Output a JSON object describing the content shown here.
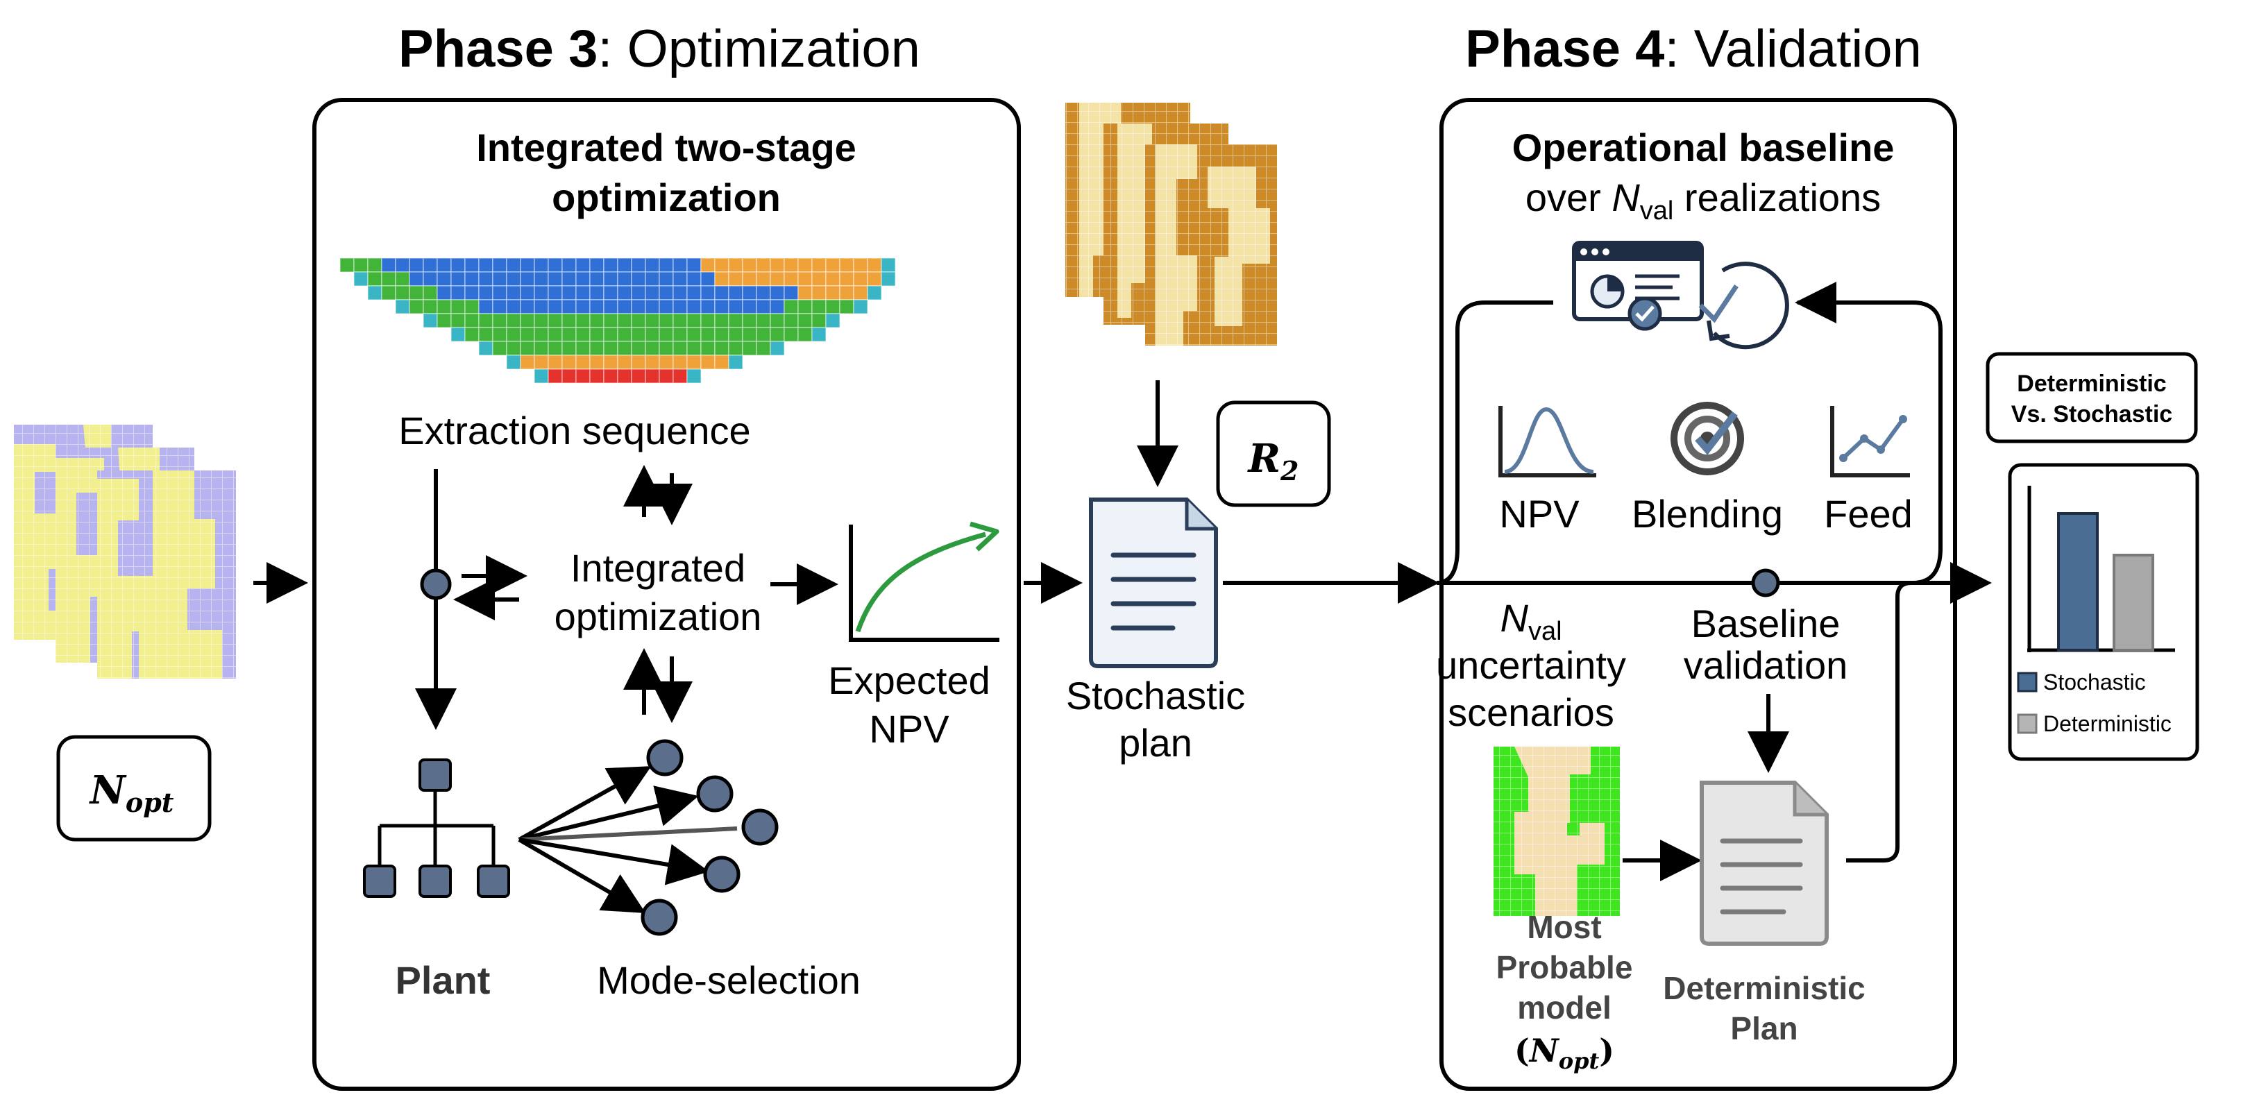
{
  "phase3": {
    "title_bold": "Phase 3",
    "title_rest": ": Optimization",
    "box_heading_line1": "Integrated two-stage",
    "box_heading_line2": "optimization",
    "extraction_label": "Extraction sequence",
    "integrated_line1": "Integrated",
    "integrated_line2": "optimization",
    "expected_line1": "Expected",
    "expected_line2": "NPV",
    "plant_label": "Plant",
    "mode_label": "Mode-selection"
  },
  "inputs": {
    "n_opt_main": "N",
    "n_opt_sub": "opt",
    "r2_main": "R",
    "r2_sub": "2"
  },
  "plan": {
    "stochastic_line1": "Stochastic",
    "stochastic_line2": "plan"
  },
  "phase4": {
    "title_bold": "Phase 4",
    "title_rest": ": Validation",
    "baseline_heading": "Operational baseline",
    "over_prefix": "over ",
    "n_main": "N",
    "n_sub": "val",
    "over_suffix": " realizations",
    "npv_label": "NPV",
    "blending_label": "Blending",
    "feed_label": "Feed",
    "scen_n_main": "N",
    "scen_n_sub": "val",
    "scen_line2": "uncertainty",
    "scen_line3": "scenarios",
    "baseline_val_line1": "Baseline",
    "baseline_val_line2": "validation",
    "most_line1": "Most",
    "most_line2": "Probable",
    "most_line3": "model",
    "most_paren_open": "(",
    "most_n_main": "N",
    "most_n_sub": "opt",
    "most_paren_close": ")",
    "det_plan_line1": "Deterministic",
    "det_plan_line2": "Plan"
  },
  "comparison": {
    "title_line1": "Deterministic",
    "title_line2": "Vs. Stochastic",
    "legend_stochastic": "Stochastic",
    "legend_deterministic": "Deterministic"
  },
  "colors": {
    "block_blue": "#2f6fd6",
    "block_green": "#43b43a",
    "block_orange": "#f0a23a",
    "block_red": "#e5322d",
    "block_cyan": "#3ab5c6",
    "ore_yellow": "#f1ef8f",
    "waste_lilac": "#b7b3ee",
    "r2_brown": "#cc8a28",
    "r2_cream": "#f3e3a6",
    "green_model": "#3fe61f",
    "cream_model": "#f4dfb2",
    "node_slate": "#5b6f8c",
    "stochastic_bar": "#4a6d94",
    "deterministic_bar": "#a8a8a8",
    "npv_curve": "#2e9a3f"
  }
}
